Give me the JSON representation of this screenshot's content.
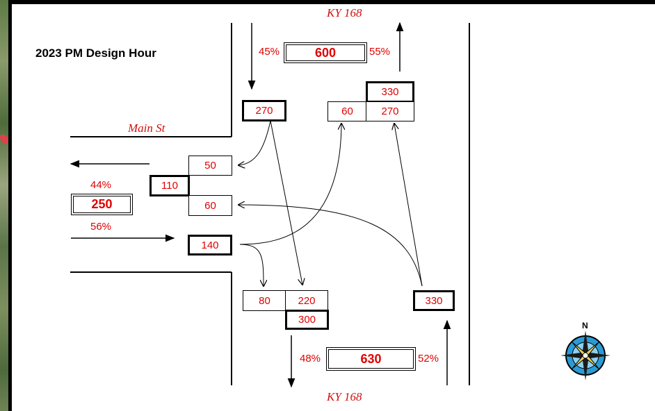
{
  "title": "2023 PM Design Hour",
  "streets": {
    "north": "KY 168",
    "south": "KY 168",
    "west": "Main St"
  },
  "totals": {
    "north": {
      "value": "600",
      "left_pct": "45%",
      "right_pct": "55%"
    },
    "south": {
      "value": "630",
      "left_pct": "48%",
      "right_pct": "52%"
    },
    "west": {
      "value": "250",
      "top_pct": "44%",
      "bottom_pct": "56%"
    }
  },
  "volumes": {
    "sb_approach": "270",
    "nb_depart": "330",
    "nb_left_lane": "60",
    "nb_through_lane": "270",
    "wb_exit_upper": "50",
    "wb_exit_total": "110",
    "wb_exit_lower": "60",
    "eb_approach": "140",
    "sb_depart_left": "80",
    "sb_depart_right": "220",
    "sb_depart_total": "300",
    "nb_approach": "330"
  },
  "compass": {
    "label": "N",
    "icon": "compass-rose-icon"
  }
}
